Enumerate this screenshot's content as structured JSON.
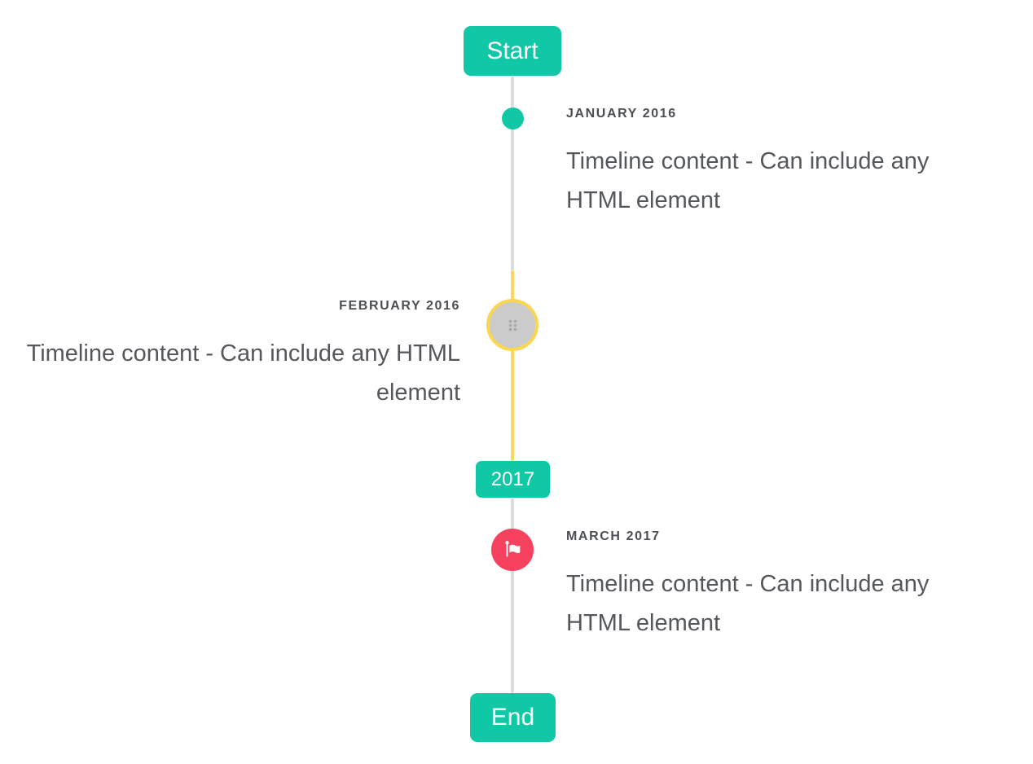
{
  "timeline": {
    "start_label": "Start",
    "year_badge": "2017",
    "end_label": "End",
    "items": [
      {
        "title": "JANUARY 2016",
        "content": "Timeline content - Can include any HTML element",
        "side": "right",
        "marker": "teal-dot"
      },
      {
        "title": "FEBRUARY 2016",
        "content": "Timeline content - Can include any HTML element",
        "side": "left",
        "marker": "gray-grip-circle-yellow-ring"
      },
      {
        "title": "MARCH 2017",
        "content": "Timeline content - Can include any HTML element",
        "side": "right",
        "marker": "red-flag-circle"
      }
    ],
    "icons": {
      "grip": "grip-dots-icon",
      "flag": "flag-icon"
    },
    "colors": {
      "accent_teal": "#10c8a6",
      "highlight_yellow": "#fbd75c",
      "ring_yellow": "#fbd64f",
      "flag_red": "#f7425f",
      "line_gray": "#dcdcdc",
      "handle_gray": "#cbcbcb",
      "title_text": "#4b4f54",
      "content_text": "#54575c"
    }
  }
}
